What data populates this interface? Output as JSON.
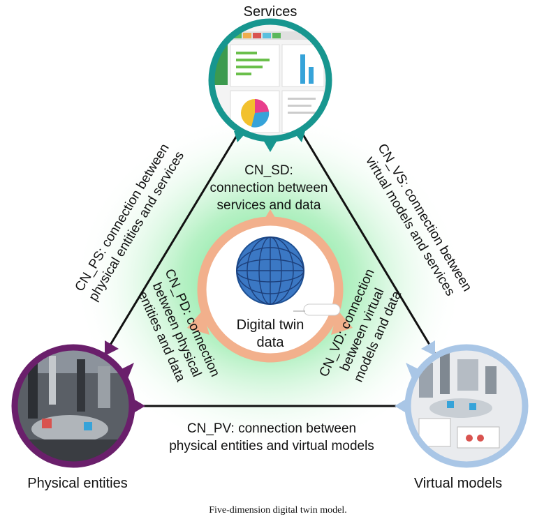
{
  "colors": {
    "services": "#17968f",
    "physical": "#6a1f6b",
    "virtual": "#a9c6e6",
    "data": "#f2b08c",
    "glow": "#22d45a",
    "edge": "#111111"
  },
  "nodes": {
    "services": "Services",
    "physical": "Physical entities",
    "virtual": "Virtual models",
    "data": [
      "Digital twin",
      "data"
    ]
  },
  "edges": {
    "ps": [
      "CN_PS: connection between",
      "physical entities and services"
    ],
    "vs": [
      "CN_VS: connection between",
      "virtual models and services"
    ],
    "pv": [
      "CN_PV: connection between",
      "physical entities and virtual models"
    ],
    "sd": [
      "CN_SD:",
      "connection between",
      "services and data"
    ],
    "pd": [
      "CN_PD: connection",
      "between physical",
      "entities and data"
    ],
    "vd": [
      "CN_VD: connection",
      "between virtual",
      "models and data"
    ]
  },
  "caption": "Five-dimension digital twin model."
}
